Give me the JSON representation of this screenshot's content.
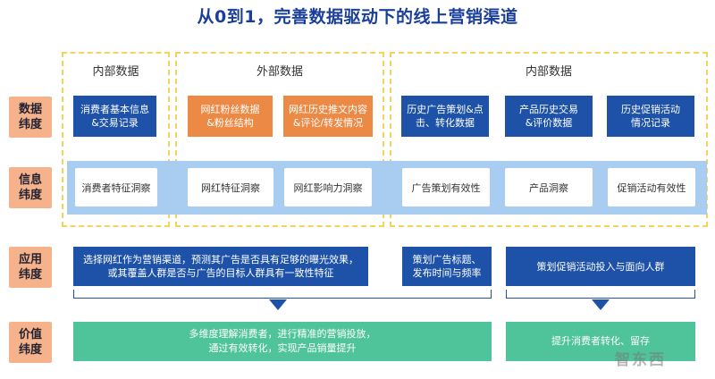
{
  "title": "从0到1，完善数据驱动下的线上营销渠道",
  "groups": [
    {
      "label": "内部数据"
    },
    {
      "label": "外部数据"
    },
    {
      "label": "内部数据"
    }
  ],
  "row_labels": {
    "data": "数据\n纬度",
    "info": "信息\n纬度",
    "app": "应用\n纬度",
    "value": "价值\n纬度"
  },
  "data_boxes": [
    "消费者基本信息\n&交易记录",
    "网红粉丝数据\n&粉丝结构",
    "网红历史推文内容\n&评论/转发情况",
    "历史广告策划&点\n击、转化数据",
    "产品历史交易\n&评价数据",
    "历史促销活动\n情况记录"
  ],
  "info_boxes": [
    "消费者特征洞察",
    "网红特征洞察",
    "网红影响力洞察",
    "广告策划有效性",
    "产品洞察",
    "促销活动有效性"
  ],
  "app_boxes": [
    "选择网红作为营销渠道，预测其广告是否具有足够的曝光效果，\n或其覆盖人群是否与广告的目标人群具有一致性特征",
    "策划广告标题、\n发布时间与频率",
    "策划促销活动投入与面向人群"
  ],
  "value_boxes": [
    "多维度理解消费者，进行精准的营销投放，\n通过有效转化，实现产品销量提升",
    "提升消费者转化、留存"
  ],
  "watermark": "智东西",
  "colors": {
    "title": "#1a3f9a",
    "dark_blue": "#1d52a8",
    "orange": "#ec8a45",
    "light_blue_band": "#a9cdf1",
    "green": "#4fc49a",
    "label_salmon": "#f6b28a",
    "dash_yellow": "#f5d25a"
  }
}
